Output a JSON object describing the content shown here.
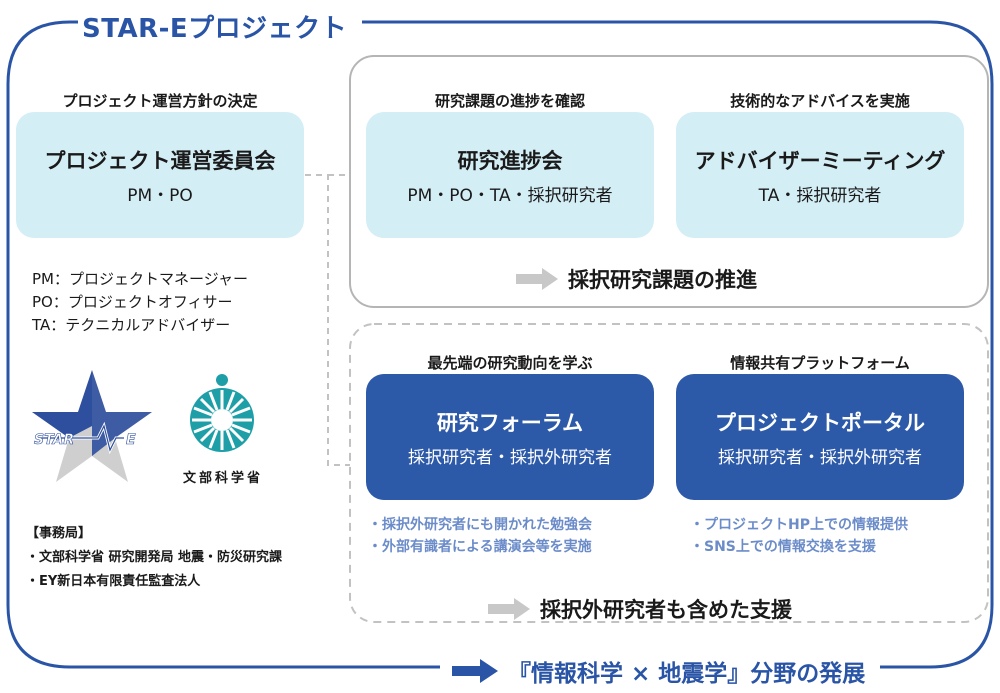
{
  "title": "STAR-Eプロジェクト",
  "committee": {
    "caption": "プロジェクト運営方針の決定",
    "name": "プロジェクト運営委員会",
    "members": "PM・PO"
  },
  "legend": [
    "PM：プロジェクトマネージャー",
    "PO：プロジェクトオフィサー",
    "TA：テクニカルアドバイザー"
  ],
  "logos": {
    "star_text": "STAR",
    "star_suffix": "E",
    "ministry_label": "文部科学省"
  },
  "office": {
    "heading": "【事務局】",
    "items": [
      "・文部科学省 研究開発局 地震・防災研究課",
      "・EY新日本有限責任監査法人"
    ]
  },
  "group_adopted": {
    "progress": {
      "caption": "研究課題の進捗を確認",
      "name": "研究進捗会",
      "members": "PM・PO・TA・採択研究者"
    },
    "advisory": {
      "caption": "技術的なアドバイスを実施",
      "name": "アドバイザーミーティング",
      "members": "TA・採択研究者"
    },
    "result": "採択研究課題の推進"
  },
  "group_outside": {
    "forum": {
      "caption": "最先端の研究動向を学ぶ",
      "name": "研究フォーラム",
      "members": "採択研究者・採択外研究者",
      "bullets": [
        "・採択外研究者にも開かれた勉強会",
        "・外部有識者による講演会等を実施"
      ]
    },
    "portal": {
      "caption": "情報共有プラットフォーム",
      "name": "プロジェクトポータル",
      "members": "採択研究者・採択外研究者",
      "bullets": [
        "・プロジェクトHP上での情報提供",
        "・SNS上での情報交換を支援"
      ]
    },
    "result": "採択外研究者も含めた支援"
  },
  "outcome": "『情報科学 × 地震学』分野の発展",
  "colors": {
    "accent_blue": "#2a55a6",
    "light_box": "#d4eef5",
    "dark_box": "#2d5aa8",
    "bullet_blue": "#6b8cc9",
    "arrow_gray": "#c8c8c8"
  }
}
